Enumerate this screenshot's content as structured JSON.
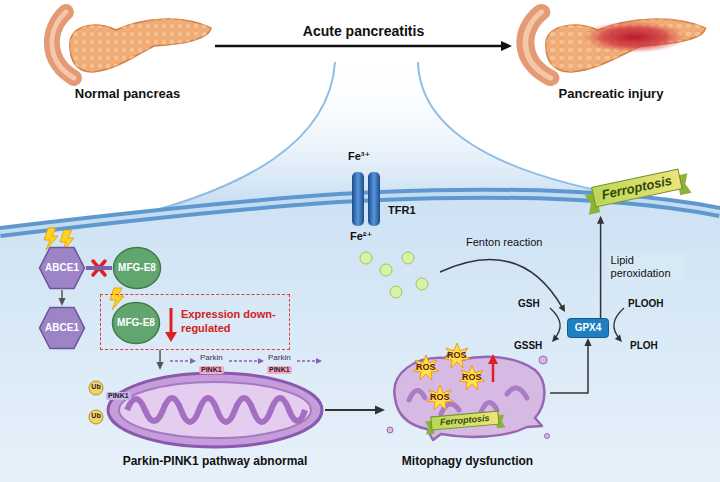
{
  "diagram": {
    "nodes": [
      {
        "text": [
          "Normal pancreas"
        ]
      },
      {
        "text": [
          "Pancreatic injury"
        ]
      },
      {
        "text": [
          "Ferroptosis"
        ]
      },
      {
        "text": [
          "ABCE1"
        ]
      },
      {
        "text": [
          "MFG-E8"
        ]
      },
      {
        "text": [
          "Expression down-regulated"
        ]
      },
      {
        "text": [
          "ABCE1"
        ]
      },
      {
        "text": [
          "MFG-E8"
        ],
        "in": 5
      },
      {
        "text": [
          "GPX4"
        ]
      },
      {
        "text": [
          "Parkin-PINK1 pathway abnormal"
        ]
      },
      {
        "text": [
          "Mitophagy dysfunction"
        ]
      },
      {
        "text": [
          "Ferroptosis"
        ],
        "in": 10
      }
    ],
    "edges": [
      {
        "from": 0,
        "to": 1,
        "arrow": "to",
        "label": "Acute pancreatitis"
      },
      {
        "from": 3,
        "to": 4,
        "arrow": "none"
      },
      {
        "from": 3,
        "to": 6,
        "arrow": "to"
      },
      {
        "from": 5,
        "to": 9,
        "arrow": "to"
      },
      {
        "from": 9,
        "to": 10,
        "arrow": "to"
      },
      {
        "from": 10,
        "to": 8,
        "arrow": "to"
      },
      {
        "from": 8,
        "to": 2,
        "arrow": "to",
        "label": "Lipid peroxidation"
      }
    ],
    "labels": [
      "Fe³⁺",
      "TFR1",
      "Fe²⁺",
      "Fenton reaction",
      "GSH",
      "GSSH",
      "PLOOH",
      "PLOH",
      "Parkin",
      "PINK1",
      "Parkin",
      "PINK1",
      "PINK1",
      "Ub",
      "Ub",
      "ROS",
      "ROS",
      "ROS",
      "ROS"
    ]
  }
}
